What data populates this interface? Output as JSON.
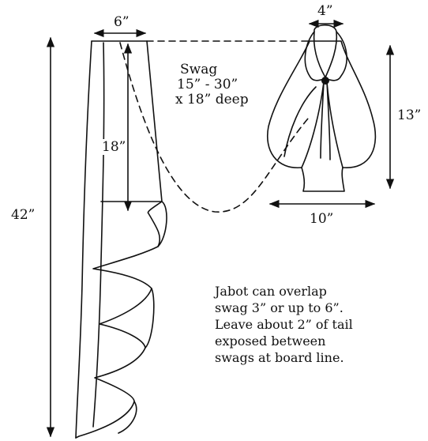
{
  "jabot": {
    "width_label": "6”",
    "length_label": "42”",
    "fold_depth_label": "18”"
  },
  "swag": {
    "title": "Swag",
    "width_range": "15” - 30”",
    "depth": "x 18” deep"
  },
  "tail": {
    "top_width_label": "4”",
    "height_label": "13”",
    "bottom_width_label": "10”"
  },
  "note": {
    "lines": [
      "Jabot can overlap",
      "swag 3” or up to 6”.",
      "Leave about 2” of tail",
      "exposed between",
      "swags at board line."
    ]
  },
  "colors": {
    "ink": "#111111",
    "background": "#ffffff"
  }
}
